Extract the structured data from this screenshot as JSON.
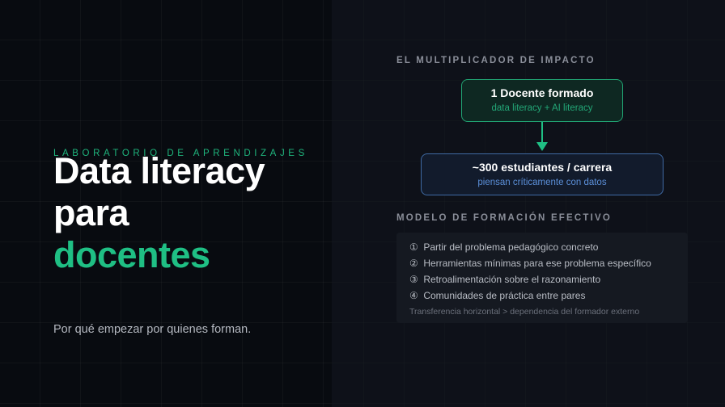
{
  "left": {
    "kicker": "LABORATORIO DE APRENDIZAJES",
    "title_line1": "Data literacy",
    "title_line2": "para",
    "title_line3": "docentes",
    "subtitle": "Por qué empezar por quienes forman."
  },
  "multiplier": {
    "label": "EL MULTIPLICADOR DE IMPACTO",
    "top_box": {
      "title": "1 Docente formado",
      "subtitle": "data literacy + AI literacy"
    },
    "bottom_box": {
      "title": "~300 estudiantes / carrera",
      "subtitle": "piensan críticamente con datos"
    }
  },
  "model": {
    "label": "MODELO DE FORMACIÓN EFECTIVO",
    "steps": [
      {
        "num": "①",
        "text": "Partir del problema pedagógico concreto"
      },
      {
        "num": "②",
        "text": "Herramientas mínimas para ese problema específico"
      },
      {
        "num": "③",
        "text": "Retroalimentación sobre el razonamiento"
      },
      {
        "num": "④",
        "text": "Comunidades de práctica entre pares"
      }
    ],
    "footnote": "Transferencia horizontal > dependencia del formador externo"
  },
  "colors": {
    "accent_green": "#1fbf84",
    "accent_blue": "#5b8fd8",
    "background": "#080b10"
  }
}
